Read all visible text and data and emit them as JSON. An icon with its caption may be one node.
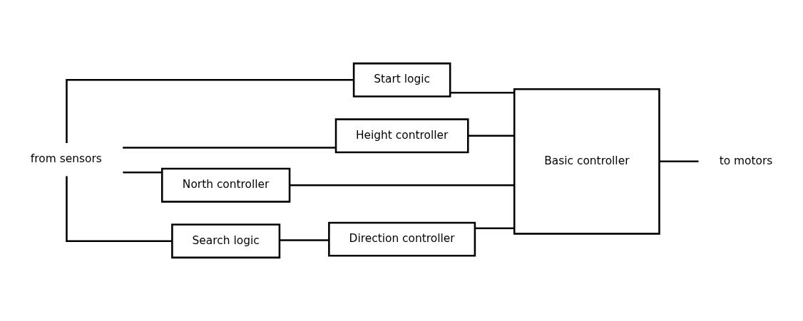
{
  "diagram": {
    "nodes": [
      {
        "text": [
          "Start logic"
        ]
      },
      {
        "text": [
          "Height controller"
        ]
      },
      {
        "text": [
          "North controller"
        ]
      },
      {
        "text": [
          "Search logic"
        ]
      },
      {
        "text": [
          "Direction controller"
        ]
      },
      {
        "text": [
          "Basic controller"
        ]
      },
      {
        "text": [
          "from sensors"
        ]
      },
      {
        "text": [
          "to motors"
        ]
      }
    ],
    "edges": [
      {
        "from": 6,
        "to": 0,
        "arrow": "none"
      },
      {
        "from": 6,
        "to": 1,
        "arrow": "none"
      },
      {
        "from": 6,
        "to": 2,
        "arrow": "none"
      },
      {
        "from": 6,
        "to": 3,
        "arrow": "none"
      },
      {
        "from": 3,
        "to": 4,
        "arrow": "none"
      },
      {
        "from": 1,
        "to": 5,
        "arrow": "none"
      },
      {
        "from": 2,
        "to": 5,
        "arrow": "none"
      },
      {
        "from": 4,
        "to": 5,
        "arrow": "none"
      },
      {
        "from": 0,
        "to": 5,
        "arrow": "none"
      },
      {
        "from": 5,
        "to": 7,
        "arrow": "none"
      }
    ]
  }
}
